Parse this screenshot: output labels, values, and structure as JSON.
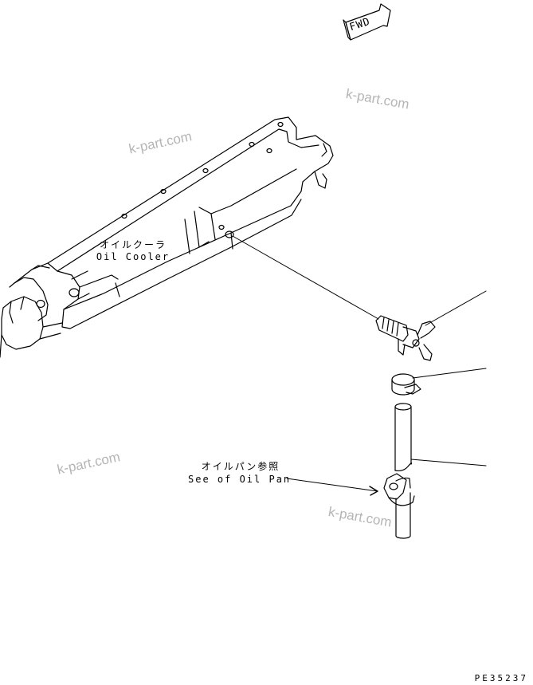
{
  "labels": {
    "oil_cooler_jp": "オイルクーラ",
    "oil_cooler_en": "Oil Cooler",
    "oil_pan_jp": "オイルパン参照",
    "oil_pan_en": "See of Oil Pan",
    "fwd": "FWD"
  },
  "watermarks": [
    "k-part.com",
    "k-part.com",
    "k-part.com",
    "k-part.com"
  ],
  "drawing_code": "PE35237",
  "colors": {
    "line": "#000000",
    "watermark": "#b5b5b5",
    "background": "#ffffff"
  }
}
